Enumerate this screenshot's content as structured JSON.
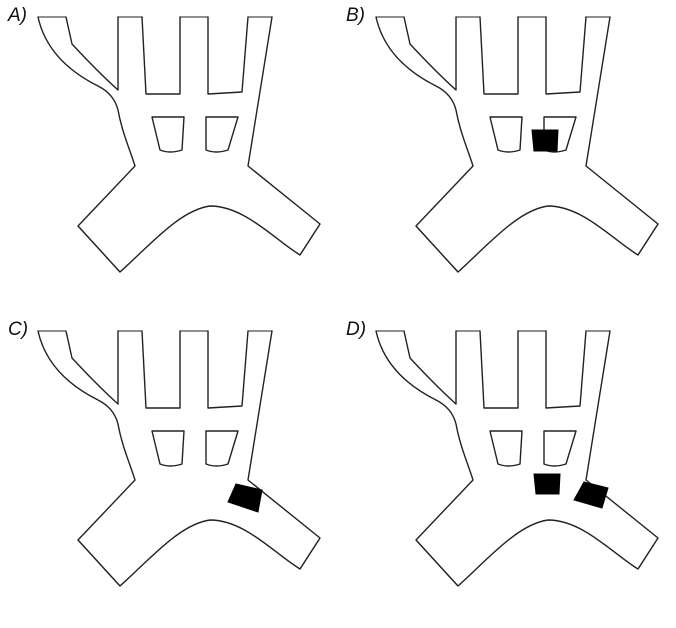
{
  "panels": [
    {
      "id": "a",
      "label": "A)",
      "occlusions": []
    },
    {
      "id": "b",
      "label": "B)",
      "occlusions": [
        "central"
      ]
    },
    {
      "id": "c",
      "label": "C)",
      "occlusions": [
        "right-branch"
      ]
    },
    {
      "id": "d",
      "label": "D)",
      "occlusions": [
        "central",
        "right-branch"
      ]
    }
  ],
  "colors": {
    "outline": "#222222",
    "occlusion": "#000000",
    "background": "#ffffff"
  }
}
